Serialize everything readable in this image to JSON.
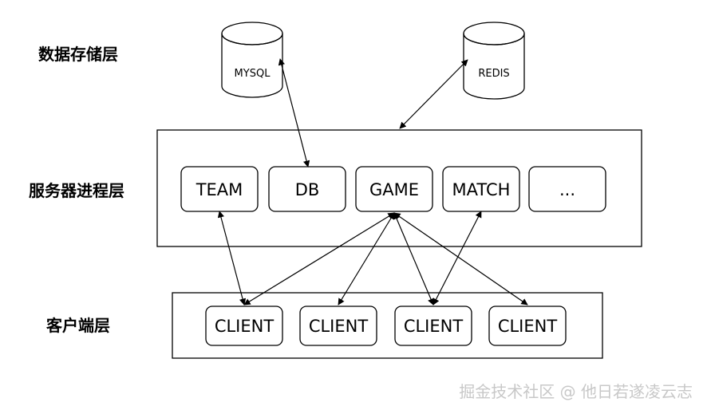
{
  "layers": {
    "storage": "数据存储层",
    "server": "服务器进程层",
    "client": "客户端层"
  },
  "databases": [
    {
      "label": "MYSQL"
    },
    {
      "label": "REDIS"
    }
  ],
  "server_nodes": [
    {
      "label": "TEAM"
    },
    {
      "label": "DB"
    },
    {
      "label": "GAME"
    },
    {
      "label": "MATCH"
    },
    {
      "label": "..."
    }
  ],
  "client_nodes": [
    {
      "label": "CLIENT"
    },
    {
      "label": "CLIENT"
    },
    {
      "label": "CLIENT"
    },
    {
      "label": "CLIENT"
    }
  ],
  "watermark": "掘金技术社区 @ 他日若遂凌云志"
}
